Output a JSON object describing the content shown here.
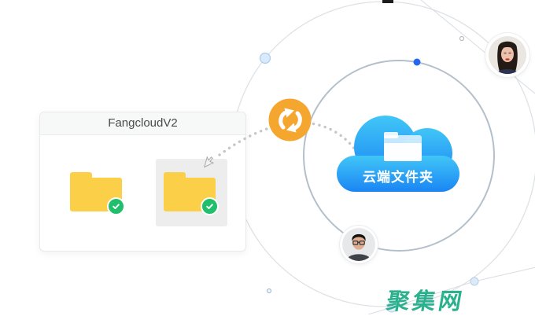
{
  "card": {
    "title": "FangcloudV2",
    "folders": [
      {
        "name": "local-folder",
        "synced": true,
        "selected": false
      },
      {
        "name": "local-folder-selected",
        "synced": true,
        "selected": true
      }
    ]
  },
  "cloud": {
    "label": "云端文件夹"
  },
  "watermark": {
    "text": "聚集网"
  },
  "icons": {
    "sync": "circular-arrows",
    "check": "checkmark",
    "cursor": "mouse-pointer",
    "folder": "folder",
    "cloud": "cloud-folder"
  },
  "colors": {
    "folder_yellow": "#FBCF48",
    "check_green": "#20BF6B",
    "sync_orange": "#F5A62F",
    "cloud_top": "#41C6F7",
    "cloud_bottom": "#1A85F3",
    "watermark_green": "#2BB18D",
    "blue_dot": "#2366F0",
    "outer_ring": "#DEE1E6",
    "inner_ring": "#B4BFCC"
  }
}
